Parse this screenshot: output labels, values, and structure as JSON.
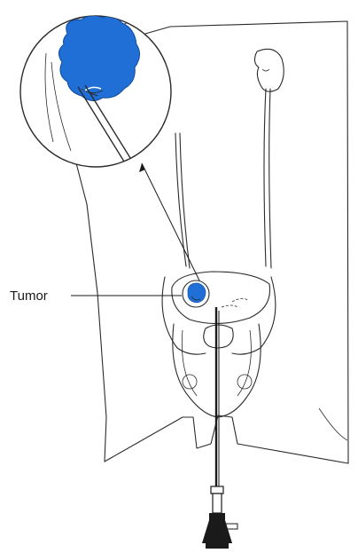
{
  "labels": {
    "tumor": "Tumor"
  },
  "colors": {
    "tumor": "#1f6fd6",
    "tumor_dark": "#134a9e",
    "bladder": "#cfe9f3",
    "ink": "#2b2b2b",
    "instrument": "#1a1a1a",
    "background": "#ffffff"
  },
  "icons": {
    "magnifier": "zoom-circle",
    "scope": "cystoscope-instrument"
  }
}
